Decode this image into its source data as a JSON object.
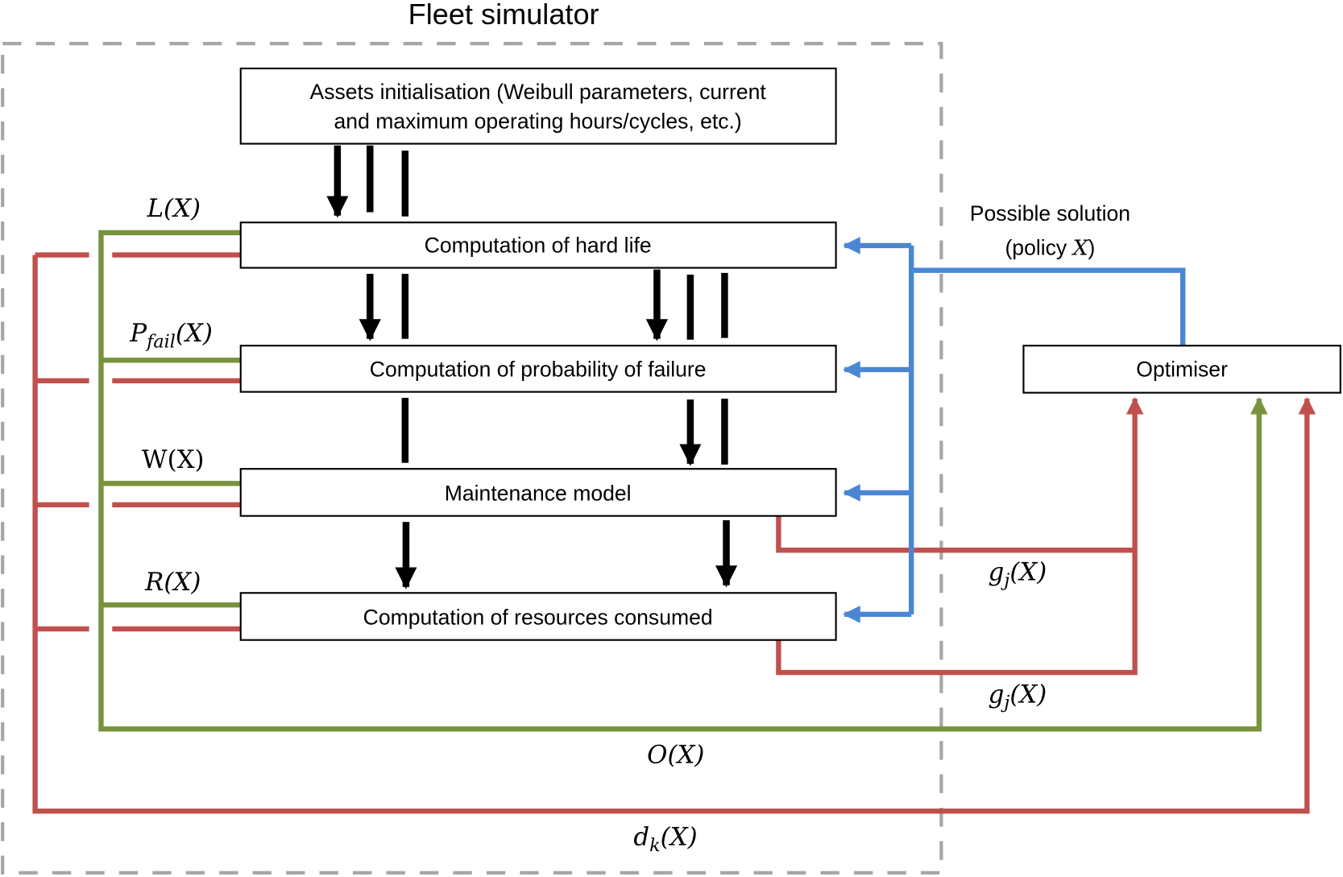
{
  "title": "Fleet simulator",
  "colors": {
    "objective": "#77933C",
    "constraint": "#C0504D",
    "solution": "#4A86D4",
    "boundary": "#A6A6A6",
    "flow": "#000000"
  },
  "boxes": {
    "assets_line1": "Assets initialisation (Weibull parameters, current",
    "assets_line2": "and maximum operating hours/cycles, etc.)",
    "hard_life": "Computation of hard life",
    "prob_failure": "Computation of probability of failure",
    "maintenance": "Maintenance model",
    "resources": "Computation of resources consumed",
    "optimiser": "Optimiser"
  },
  "labels": {
    "L": "L(X)",
    "P_main": "P",
    "P_sub": "fail",
    "P_rest": "(X)",
    "W": "W(X)",
    "R": "R(X)",
    "g1_main": "g",
    "g1_sub": "j",
    "g1_rest": "(X)",
    "g2_main": "g",
    "g2_sub": "j",
    "g2_rest": "(X)",
    "O": "O(X)",
    "d_main": "d",
    "d_sub": "k",
    "d_rest": "(X)",
    "solution_line1": "Possible solution",
    "solution_line2_pre": "(policy ",
    "solution_line2_var": "X",
    "solution_line2_post": ")"
  }
}
